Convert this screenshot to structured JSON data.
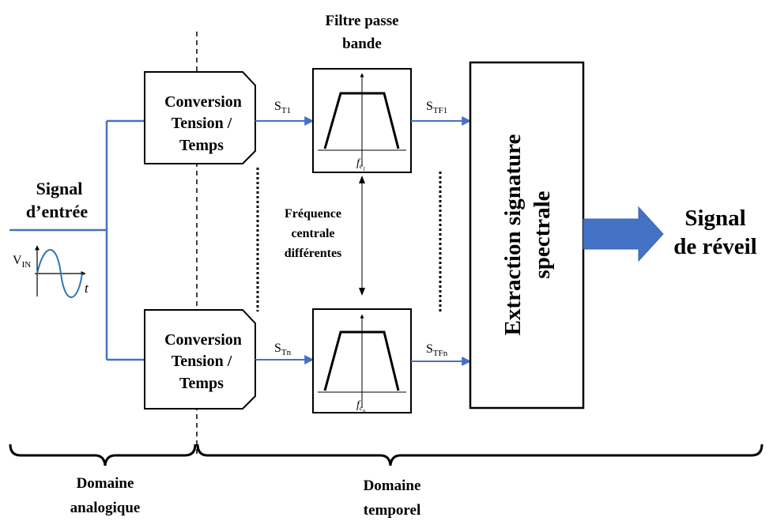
{
  "input_signal": {
    "label_line1": "Signal",
    "label_line2": "d’entrée",
    "vin_main": "V",
    "vin_sub": "IN",
    "time_var": "t"
  },
  "converters": [
    {
      "line1": "Conversion",
      "line2": "Tension /",
      "line3": "Temps",
      "signal_main": "S",
      "signal_sub": "T1"
    },
    {
      "line1": "Conversion",
      "line2": "Tension /",
      "line3": "Temps",
      "signal_main": "S",
      "signal_sub": "Tn"
    }
  ],
  "filter_bank": {
    "title_line1": "Filtre passe",
    "title_line2": "bande",
    "filters": [
      {
        "fc_main": "f",
        "fc_sub1": "c",
        "fc_sub2": "1",
        "out_main": "S",
        "out_sub": "TF1"
      },
      {
        "fc_main": "f",
        "fc_sub1": "c",
        "fc_sub2": "n",
        "out_main": "S",
        "out_sub": "TFn"
      }
    ],
    "center_note_line1": "Fréquence",
    "center_note_line2": "centrale",
    "center_note_line3": "différentes"
  },
  "extraction_block": {
    "line1": "Extraction signature",
    "line2": "spectrale"
  },
  "output_signal": {
    "line1": "Signal",
    "line2": "de réveil",
    "arrow_color": "#4472C4"
  },
  "domains": {
    "analog_line1": "Domaine",
    "analog_line2": "analogique",
    "temporal_line1": "Domaine",
    "temporal_line2": "temporel"
  },
  "colors": {
    "signal_line": "#4472C4",
    "sine_wave": "#2E75B6",
    "outline": "#000000"
  }
}
